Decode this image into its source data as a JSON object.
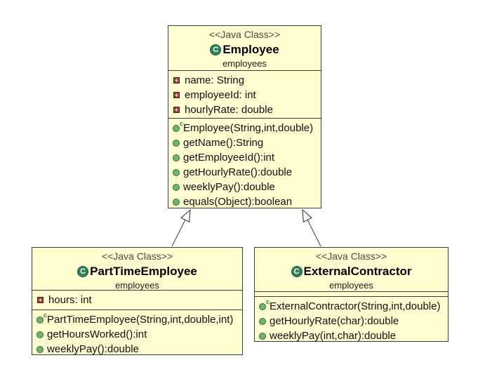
{
  "colors": {
    "page_background": "#ffffff",
    "class_fill": "#fdfdcf",
    "class_border": "#3c3c3c",
    "stereotype_text": "#4a4a4a",
    "class_name_text": "#000000",
    "member_text": "#101010",
    "class_icon_fill": "#2e8056",
    "method_icon_fill": "#74b274",
    "method_icon_border": "#2f6f2f",
    "field_icon_fill": "#9e3b3b",
    "field_icon_border": "#571c1c",
    "constructor_marker_color": "#2f7f2f",
    "arrow_stroke": "#3c3c3c",
    "arrowhead_fill": "#ffffff"
  },
  "icons": {
    "class_marker": "C",
    "constructor_marker": "c"
  },
  "classes": [
    {
      "stereotype": "<<Java Class>>",
      "name": "Employee",
      "package": "employees",
      "attributes": [
        {
          "visibility": "private",
          "label": "name: String"
        },
        {
          "visibility": "private",
          "label": "employeeId: int"
        },
        {
          "visibility": "private",
          "label": "hourlyRate: double"
        }
      ],
      "operations": [
        {
          "kind": "constructor",
          "label": "Employee(String,int,double)"
        },
        {
          "kind": "method",
          "label": "getName():String"
        },
        {
          "kind": "method",
          "label": "getEmployeeId():int"
        },
        {
          "kind": "method",
          "label": "getHourlyRate():double"
        },
        {
          "kind": "method",
          "label": "weeklyPay():double"
        },
        {
          "kind": "method",
          "label": "equals(Object):boolean"
        }
      ]
    },
    {
      "stereotype": "<<Java Class>>",
      "name": "PartTimeEmployee",
      "package": "employees",
      "attributes": [
        {
          "visibility": "private",
          "label": "hours: int"
        }
      ],
      "operations": [
        {
          "kind": "constructor",
          "label": "PartTimeEmployee(String,int,double,int)"
        },
        {
          "kind": "method",
          "label": "getHoursWorked():int"
        },
        {
          "kind": "method",
          "label": "weeklyPay():double"
        }
      ]
    },
    {
      "stereotype": "<<Java Class>>",
      "name": "ExternalContractor",
      "package": "employees",
      "attributes": [],
      "operations": [
        {
          "kind": "constructor",
          "label": "ExternalContractor(String,int,double)"
        },
        {
          "kind": "method",
          "label": "getHourlyRate(char):double"
        },
        {
          "kind": "method",
          "label": "weeklyPay(int,char):double"
        }
      ]
    }
  ],
  "relations": [
    {
      "type": "generalization",
      "from": "PartTimeEmployee",
      "to": "Employee"
    },
    {
      "type": "generalization",
      "from": "ExternalContractor",
      "to": "Employee"
    }
  ]
}
